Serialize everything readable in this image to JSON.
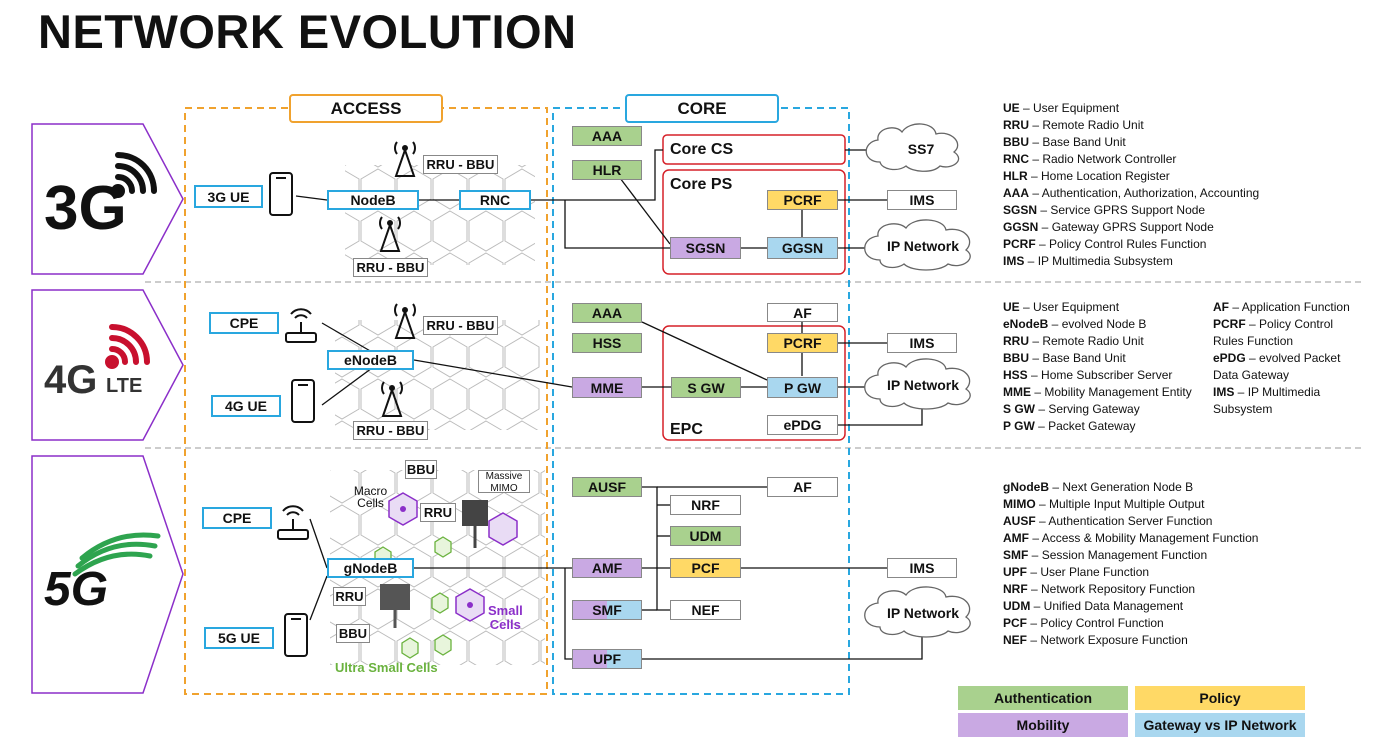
{
  "title": "NETWORK EVOLUTION",
  "sections": {
    "access": "ACCESS",
    "core": "CORE"
  },
  "generations": {
    "g3": {
      "label": "3G"
    },
    "g4": {
      "label": "4G",
      "suffix": "LTE"
    },
    "g5": {
      "label": "5G"
    }
  },
  "row3g": {
    "ue": "3G UE",
    "nodeb": "NodeB",
    "rnc": "RNC",
    "rru_bbu_top": "RRU - BBU",
    "rru_bbu_bottom": "RRU - BBU",
    "aaa": "AAA",
    "hlr": "HLR",
    "core_cs": "Core CS",
    "core_ps": "Core PS",
    "pcrf": "PCRF",
    "sgsn": "SGSN",
    "ggsn": "GGSN",
    "ss7": "SS7",
    "ims": "IMS",
    "ip_network": "IP Network"
  },
  "row4g": {
    "cpe": "CPE",
    "ue": "4G UE",
    "enodeb": "eNodeB",
    "rru_bbu_top": "RRU - BBU",
    "rru_bbu_bottom": "RRU - BBU",
    "aaa": "AAA",
    "hss": "HSS",
    "mme": "MME",
    "sgw": "S GW",
    "pgw": "P GW",
    "af": "AF",
    "pcrf": "PCRF",
    "epdg": "ePDG",
    "epc": "EPC",
    "ims": "IMS",
    "ip_network": "IP Network"
  },
  "row5g": {
    "cpe": "CPE",
    "ue": "5G UE",
    "gnodeb": "gNodeB",
    "bbu_top": "BBU",
    "rru_top": "RRU",
    "rru_bottom": "RRU",
    "bbu_bottom": "BBU",
    "macro_cells": "Macro\nCells",
    "massive_mimo": "Massive\nMIMO",
    "small_cells": "Small\nCells",
    "ultra_small_cells": "Ultra Small Cells",
    "ausf": "AUSF",
    "af": "AF",
    "nrf": "NRF",
    "udm": "UDM",
    "amf": "AMF",
    "pcf": "PCF",
    "smf": "SMF",
    "nef": "NEF",
    "upf": "UPF",
    "ims": "IMS",
    "ip_network": "IP Network"
  },
  "legend3g": [
    {
      "abbr": "UE",
      "text": "User Equipment"
    },
    {
      "abbr": "RRU",
      "text": "Remote Radio Unit"
    },
    {
      "abbr": "BBU",
      "text": "Base Band Unit"
    },
    {
      "abbr": "RNC",
      "text": "Radio Network Controller"
    },
    {
      "abbr": "HLR",
      "text": "Home Location Register"
    },
    {
      "abbr": "AAA",
      "text": "Authentication, Authorization, Accounting"
    },
    {
      "abbr": "SGSN",
      "text": "Service GPRS Support Node"
    },
    {
      "abbr": "GGSN",
      "text": "Gateway GPRS Support Node"
    },
    {
      "abbr": "PCRF",
      "text": "Policy Control Rules Function"
    },
    {
      "abbr": "IMS",
      "text": "IP Multimedia Subsystem"
    }
  ],
  "legend4g_left": [
    {
      "abbr": "UE",
      "text": "User Equipment"
    },
    {
      "abbr": "eNodeB",
      "text": "evolved Node B"
    },
    {
      "abbr": "RRU",
      "text": "Remote Radio Unit"
    },
    {
      "abbr": "BBU",
      "text": "Base Band Unit"
    },
    {
      "abbr": "HSS",
      "text": "Home Subscriber Server"
    },
    {
      "abbr": "MME",
      "text": "Mobility Management Entity"
    },
    {
      "abbr": "S GW",
      "text": "Serving Gateway"
    },
    {
      "abbr": "P GW",
      "text": "Packet Gateway"
    }
  ],
  "legend4g_right": [
    {
      "abbr": "AF",
      "text": "Application Function"
    },
    {
      "abbr": "PCRF",
      "text": "Policy Control"
    },
    {
      "abbr": "",
      "text": "Rules Function"
    },
    {
      "abbr": "ePDG",
      "text": "evolved Packet"
    },
    {
      "abbr": "",
      "text": "Data Gateway"
    },
    {
      "abbr": "IMS",
      "text": "IP Multimedia"
    },
    {
      "abbr": "",
      "text": "Subsystem"
    }
  ],
  "legend5g": [
    {
      "abbr": "gNodeB",
      "text": "Next Generation Node B"
    },
    {
      "abbr": "MIMO",
      "text": "Multiple Input Multiple Output"
    },
    {
      "abbr": "AUSF",
      "text": "Authentication Server Function"
    },
    {
      "abbr": "AMF",
      "text": "Access & Mobility Management Function"
    },
    {
      "abbr": "SMF",
      "text": "Session Management Function"
    },
    {
      "abbr": "UPF",
      "text": "User Plane Function"
    },
    {
      "abbr": "NRF",
      "text": "Network Repository Function"
    },
    {
      "abbr": "UDM",
      "text": "Unified Data Management"
    },
    {
      "abbr": "PCF",
      "text": "Policy Control Function"
    },
    {
      "abbr": "NEF",
      "text": "Network Exposure Function"
    }
  ],
  "color_key": {
    "authentication": "Authentication",
    "policy": "Policy",
    "mobility": "Mobility",
    "gateway": "Gateway vs IP Network"
  },
  "colors": {
    "access_border": "#f0a22e",
    "core_border": "#29a7df",
    "red_box": "#d62028",
    "authentication": "#a9d18e",
    "policy": "#ffd966",
    "mobility": "#c9a9e3",
    "gateway": "#a9d7ef",
    "generation_border": "#8b2fc9"
  }
}
